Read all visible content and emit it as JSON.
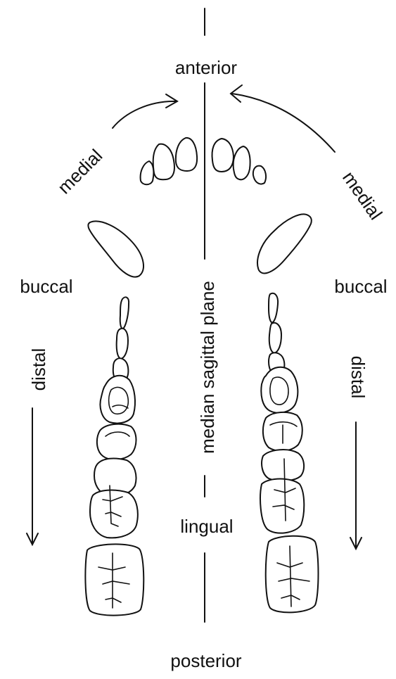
{
  "labels": {
    "anterior": "anterior",
    "posterior": "posterior",
    "medial_left": "medial",
    "medial_right": "medial",
    "buccal_left": "buccal",
    "buccal_right": "buccal",
    "distal_left": "distal",
    "distal_right": "distal",
    "median_plane": "median sagittal plane",
    "lingual": "lingual"
  }
}
